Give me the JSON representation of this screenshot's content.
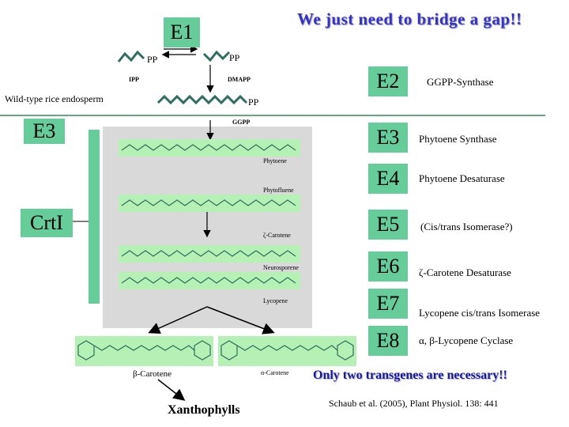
{
  "title": "We just need to bridge a gap!!",
  "colors": {
    "box_green": "#66cc99",
    "title_blue": "#3333cc",
    "mol_bg": "#b5f0b5",
    "mol_line": "#2f6f5f",
    "rule_green": "#2e8b57"
  },
  "left": {
    "e1": "E1",
    "pp_a": "PP",
    "pp_b": "PP",
    "pp_c": "PP",
    "ipp": "IPP",
    "dmapp": "DMAPP",
    "wild_type": "Wild-type rice endosperm",
    "ggpp": "GGPP",
    "e3": "E3",
    "crti": "CrtI",
    "phytoene": "Phytoene",
    "phytofluene": "Phytofluene",
    "zeta_carotene": "ζ-Carotene",
    "neurosporene": "Neurosporene",
    "lycopene": "Lycopene",
    "beta_carotene": "β-Carotene",
    "alpha_carotene": "α-Carotene",
    "xanthophylls": "Xanthophylls"
  },
  "enzymes": [
    {
      "code": "E2",
      "name": "GGPP-Synthase"
    },
    {
      "code": "E3",
      "name": "Phytoene Synthase"
    },
    {
      "code": "E4",
      "name": "Phytoene Desaturase"
    },
    {
      "code": "E5",
      "name": "(Cis/trans Isomerase?)"
    },
    {
      "code": "E6",
      "name": "ζ-Carotene Desaturase"
    },
    {
      "code": "E7",
      "name": "Lycopene cis/trans Isomerase"
    },
    {
      "code": "E8",
      "name": "α, β-Lycopene Cyclase"
    }
  ],
  "footer": {
    "transgenes": "Only two transgenes are necessary!!",
    "citation": "Schaub et al. (2005), Plant Physiol. 138: 441"
  }
}
